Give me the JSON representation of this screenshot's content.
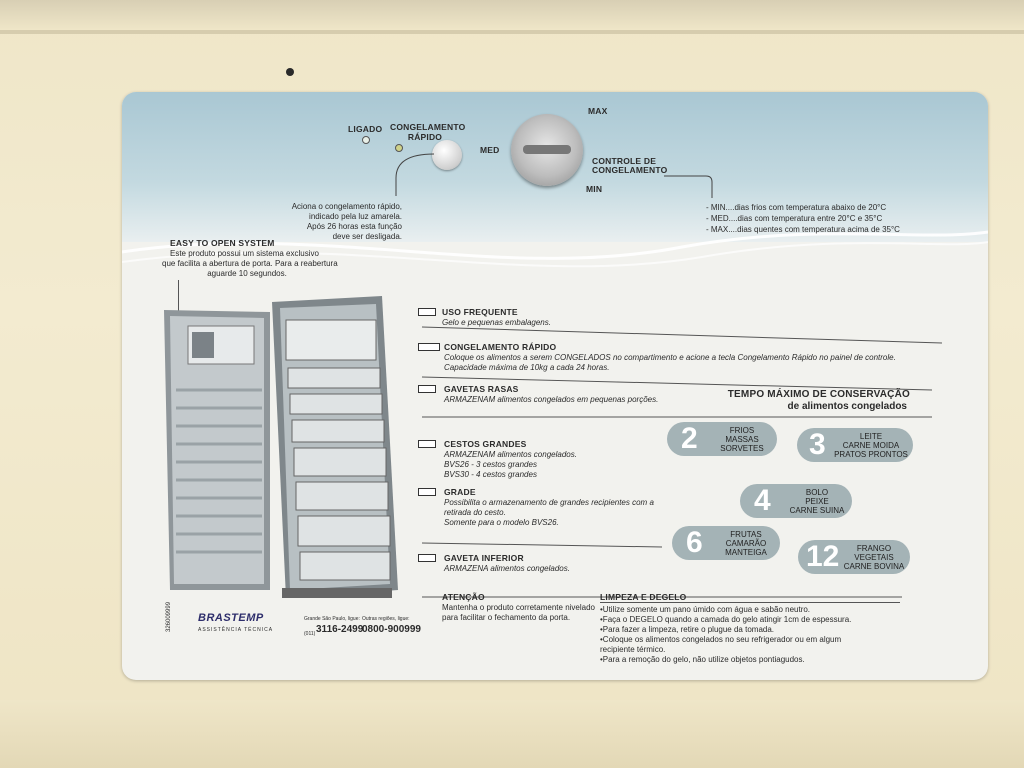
{
  "controls": {
    "ligado": "LIGADO",
    "congelamento_rapido": [
      "CONGELAMENTO",
      "RÁPIDO"
    ],
    "max": "MAX",
    "med": "MED",
    "min": "MIN",
    "controle": [
      "CONTROLE DE",
      "CONGELAMENTO"
    ],
    "quick_freeze_note": [
      "Aciona o congelamento rápido,",
      "indicado pela luz amarela.",
      "Após 26 horas esta função",
      "deve ser desligada."
    ],
    "settings": [
      "- MIN....dias frios com temperatura abaixo de 20°C",
      "- MED....dias com temperatura entre 20°C e 35°C",
      "- MAX....dias quentes com temperatura acima de 35°C"
    ]
  },
  "easy_open": {
    "title": "EASY TO OPEN SYSTEM",
    "lines": [
      "Este produto possui um sistema exclusivo",
      "que facilita a abertura de porta. Para a reabertura",
      "aguarde 10 segundos."
    ]
  },
  "features": [
    {
      "title": "USO FREQUENTE",
      "lines": [
        "Gelo e pequenas embalagens."
      ]
    },
    {
      "title": "CONGELAMENTO RÁPIDO",
      "lines": [
        "Coloque os alimentos a serem CONGELADOS no compartimento e acione a tecla Congelamento Rápido no painel de controle.",
        "Capacidade máxima de 10kg a cada 24 horas."
      ]
    },
    {
      "title": "GAVETAS RASAS",
      "lines": [
        "ARMAZENAM alimentos congelados em pequenas porções."
      ]
    },
    {
      "title": "CESTOS GRANDES",
      "lines": [
        "ARMAZENAM alimentos congelados.",
        "BVS26 - 3 cestos grandes",
        "BVS30 - 4 cestos grandes"
      ]
    },
    {
      "title": "GRADE",
      "lines": [
        "Possibilita o armazenamento de grandes recipientes com a",
        "retirada do cesto.",
        "Somente para o modelo BVS26."
      ]
    },
    {
      "title": "GAVETA INFERIOR",
      "lines": [
        "ARMAZENA alimentos congelados."
      ]
    }
  ],
  "storage": {
    "title": [
      "TEMPO MÁXIMO DE CONSERVAÇÃO",
      "de alimentos congelados"
    ],
    "items": [
      {
        "months": "2",
        "foods": [
          "FRIOS",
          "MASSAS",
          "SORVETES"
        ]
      },
      {
        "months": "3",
        "foods": [
          "LEITE",
          "CARNE MOIDA",
          "PRATOS PRONTOS"
        ]
      },
      {
        "months": "4",
        "foods": [
          "BOLO",
          "PEIXE",
          "CARNE SUINA"
        ]
      },
      {
        "months": "6",
        "foods": [
          "FRUTAS",
          "CAMARÃO",
          "MANTEIGA"
        ]
      },
      {
        "months": "12",
        "foods": [
          "FRANGO",
          "VEGETAIS",
          "CARNE BOVINA"
        ]
      }
    ]
  },
  "atencao": {
    "title": "ATENÇÃO",
    "lines": [
      "Mantenha o produto corretamente nivelado",
      "para facilitar o fechamento da porta."
    ]
  },
  "limpeza": {
    "title": "LIMPEZA E DEGELO",
    "lines": [
      "•Utilize somente um pano úmido com água e sabão neutro.",
      "•Faça o DEGELO quando a camada do gelo atingir 1cm de espessura.",
      "•Para fazer a limpeza, retire o plugue da tomada.",
      "•Coloque os alimentos congelados no seu refrigerador ou em algum",
      "recipiente térmico.",
      "•Para a remoção do gelo, não utilize objetos pontiagudos."
    ]
  },
  "footer": {
    "brand": "BRASTEMP",
    "sub": "ASSISTÊNCIA TÉCNICA",
    "region1": "Grande São Paulo, ligue:",
    "phone1": "3116-2499",
    "prefix1": "(011)",
    "region2": "Outras regiões, ligue:",
    "phone2": "0800-900999",
    "code": "326009999"
  },
  "colors": {
    "band": "#a9c7d3",
    "pill": "#a4b3b6",
    "panel": "#f2f2ee",
    "cabinet": "#efe6c8"
  }
}
